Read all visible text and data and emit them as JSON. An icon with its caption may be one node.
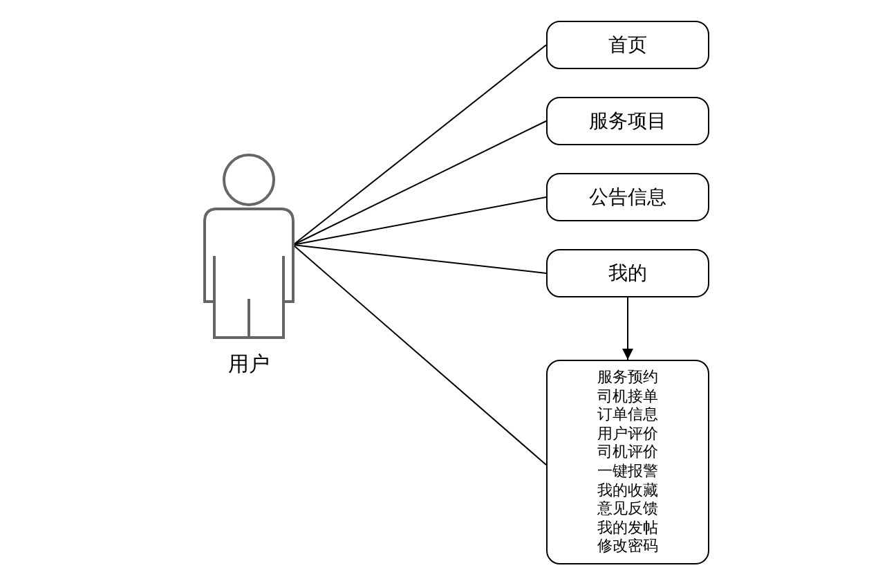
{
  "diagram": {
    "nodes": [
      {
        "text": [
          "用户"
        ]
      },
      {
        "text": [
          "首页"
        ]
      },
      {
        "text": [
          "服务项目"
        ]
      },
      {
        "text": [
          "公告信息"
        ]
      },
      {
        "text": [
          "我的"
        ]
      },
      {
        "text": [
          "服务预约",
          "司机接单",
          "订单信息",
          "用户评价",
          "司机评价",
          "一键报警",
          "我的收藏",
          "意见反馈",
          "我的发帖",
          "修改密码"
        ]
      }
    ],
    "edges": [
      {
        "from": 0,
        "to": 1,
        "arrow": "none"
      },
      {
        "from": 0,
        "to": 2,
        "arrow": "none"
      },
      {
        "from": 0,
        "to": 3,
        "arrow": "none"
      },
      {
        "from": 0,
        "to": 4,
        "arrow": "none"
      },
      {
        "from": 0,
        "to": 5,
        "arrow": "none"
      },
      {
        "from": 4,
        "to": 5,
        "arrow": "to"
      }
    ]
  }
}
